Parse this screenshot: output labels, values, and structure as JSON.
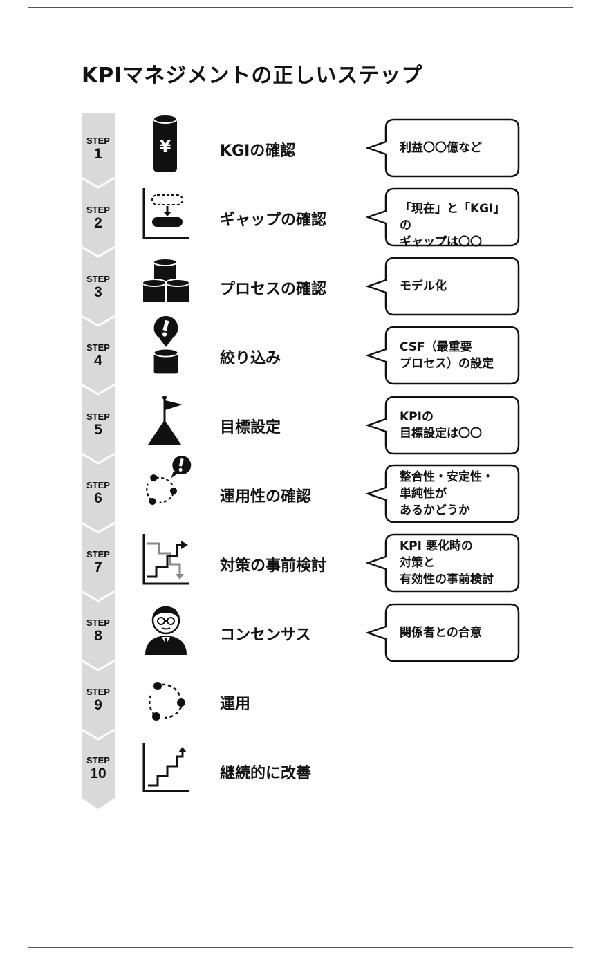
{
  "title": "KPIマネジメントの正しいステップ",
  "step_word": "STEP",
  "steps": [
    {
      "num": "1",
      "title": "KGIの確認",
      "note": "利益〇〇億など",
      "icon": "yen-cylinder-icon"
    },
    {
      "num": "2",
      "title": "ギャップの確認",
      "note": "「現在」と「KGI」の\nギャップは〇〇",
      "icon": "gap-icon"
    },
    {
      "num": "3",
      "title": "プロセスの確認",
      "note": "モデル化",
      "icon": "cylinders-stack-icon"
    },
    {
      "num": "4",
      "title": "絞り込み",
      "note": "CSF（最重要\nプロセス）の設定",
      "icon": "funnel-alert-icon"
    },
    {
      "num": "5",
      "title": "目標設定",
      "note": "KPIの\n目標設定は〇〇",
      "icon": "flag-mountain-icon"
    },
    {
      "num": "6",
      "title": "運用性の確認",
      "note": "整合性・安定性・\n単純性が\nあるかどうか",
      "icon": "cycle-alert-icon"
    },
    {
      "num": "7",
      "title": "対策の事前検討",
      "note": "KPI 悪化時の\n対策と\n有効性の事前検討",
      "icon": "stair-chart-arrows-icon"
    },
    {
      "num": "8",
      "title": "コンセンサス",
      "note": "関係者との合意",
      "icon": "businessman-icon"
    },
    {
      "num": "9",
      "title": "運用",
      "note": "",
      "icon": "cycle-icon"
    },
    {
      "num": "10",
      "title": "継続的に改善",
      "note": "",
      "icon": "stair-up-icon"
    }
  ],
  "colors": {
    "arrow": "#d9d9d9",
    "ink": "#111111",
    "frame": "#555555"
  }
}
